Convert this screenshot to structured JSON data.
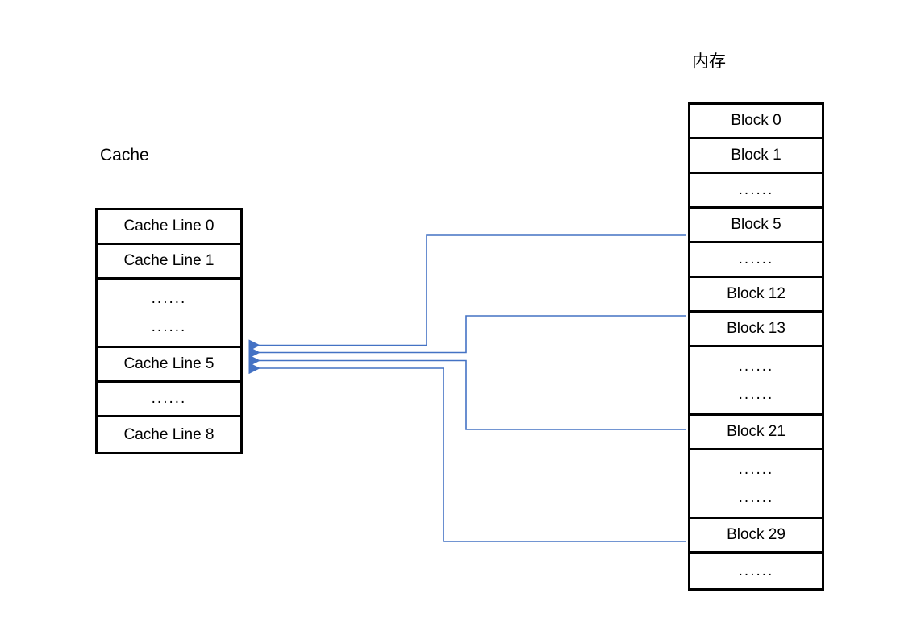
{
  "diagram": {
    "cache": {
      "title": "Cache",
      "rows": [
        {
          "label": "Cache Line 0",
          "kind": "line",
          "height": "std"
        },
        {
          "label": "Cache Line 1",
          "kind": "line",
          "height": "std"
        },
        {
          "label": "......",
          "kind": "ellipsis2",
          "height": "tall"
        },
        {
          "label": "Cache Line 5",
          "kind": "line",
          "height": "std"
        },
        {
          "label": "......",
          "kind": "ellipsis",
          "height": "std"
        },
        {
          "label": "Cache Line 8",
          "kind": "line",
          "height": "std"
        }
      ]
    },
    "memory": {
      "title": "内存",
      "rows": [
        {
          "label": "Block 0",
          "kind": "block",
          "height": "std"
        },
        {
          "label": "Block 1",
          "kind": "block",
          "height": "std"
        },
        {
          "label": "......",
          "kind": "ellipsis",
          "height": "std"
        },
        {
          "label": "Block 5",
          "kind": "block",
          "height": "std"
        },
        {
          "label": "......",
          "kind": "ellipsis",
          "height": "std"
        },
        {
          "label": "Block 12",
          "kind": "block",
          "height": "std"
        },
        {
          "label": "Block 13",
          "kind": "block",
          "height": "std"
        },
        {
          "label": "......",
          "kind": "ellipsis2",
          "height": "tall"
        },
        {
          "label": "Block 21",
          "kind": "block",
          "height": "std"
        },
        {
          "label": "......",
          "kind": "ellipsis2",
          "height": "tall"
        },
        {
          "label": "Block 29",
          "kind": "block",
          "height": "std"
        },
        {
          "label": "......",
          "kind": "ellipsis",
          "height": "std"
        }
      ]
    },
    "mappings": [
      {
        "from": "Block 5",
        "to": "Cache Line 5"
      },
      {
        "from": "Block 13",
        "to": "Cache Line 5"
      },
      {
        "from": "Block 21",
        "to": "Cache Line 5"
      },
      {
        "from": "Block 29",
        "to": "Cache Line 5"
      }
    ],
    "colors": {
      "connector": "#4472C4",
      "box_border": "#000000",
      "text": "#000000",
      "background": "#ffffff"
    }
  }
}
